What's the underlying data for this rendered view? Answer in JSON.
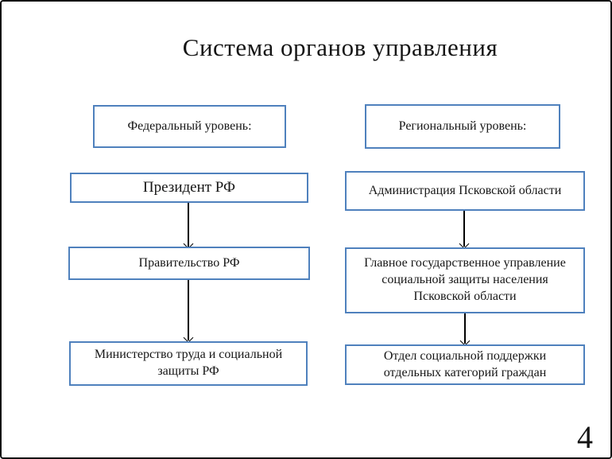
{
  "slide": {
    "title": "Система органов управления",
    "page_number": "4"
  },
  "columns": [
    {
      "header": "Федеральный уровень:",
      "boxes": [
        "Президент РФ",
        "Правительство РФ",
        "Министерство труда и социальной защиты РФ"
      ]
    },
    {
      "header": "Региональный уровень:",
      "boxes": [
        "Администрация Псковской области",
        "Главное государственное управление социальной защиты населения Псковской области",
        "Отдел социальной поддержки отдельных категорий граждан"
      ]
    }
  ],
  "colors": {
    "box_border": "#4f81bd",
    "arrow": "#000000",
    "slide_border": "#111111",
    "background": "#ffffff",
    "text": "#151515"
  }
}
